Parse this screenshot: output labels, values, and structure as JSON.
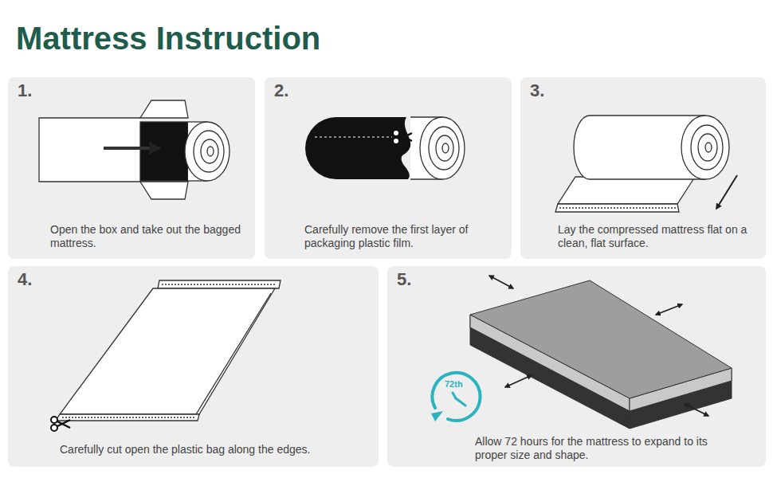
{
  "diagram": {
    "title": "Mattress Instruction",
    "nodes": [
      {
        "text": [
          "1.",
          "Open the box and take out the bagged mattress."
        ]
      },
      {
        "text": [
          "2.",
          "Carefully remove the first layer of packaging plastic film."
        ]
      },
      {
        "text": [
          "3.",
          "Lay the compressed mattress flat on a clean, flat surface."
        ]
      },
      {
        "text": [
          "4.",
          "Carefully cut open the plastic bag along the edges."
        ]
      },
      {
        "text": [
          "5.",
          "Allow 72 hours for the mattress to expand to its proper size and shape."
        ]
      }
    ],
    "labels": [
      "72th"
    ]
  }
}
